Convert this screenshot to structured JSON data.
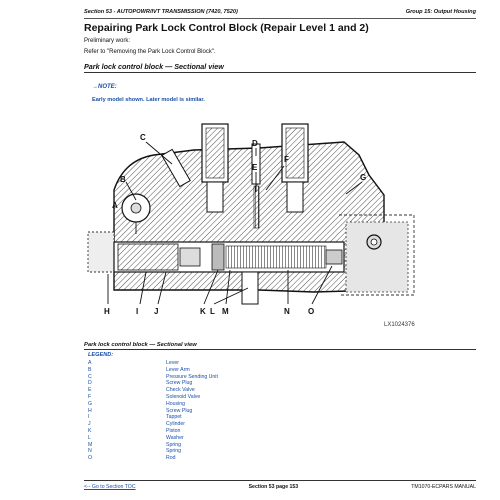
{
  "header": {
    "left": "Section 53 - AUTOPOWR/IVT TRANSMISSION (7420, 7520)",
    "right": "Group 15: Output Housing"
  },
  "title": "Repairing Park Lock Control Block (Repair Level 1 and 2)",
  "preliminary": "Preliminary work:",
  "refer": "Refer to \"Removing the Park Lock Control Block\".",
  "section_heading": "Park lock control block — Sectional view",
  "note": {
    "label": "→NOTE:",
    "text": "Early model shown. Later model is similar."
  },
  "figure": {
    "callouts": [
      "A",
      "B",
      "C",
      "D",
      "E",
      "F",
      "G",
      "H",
      "I",
      "J",
      "K",
      "L",
      "M",
      "N",
      "O"
    ],
    "figure_id": "LX1024376"
  },
  "caption": "Park lock control block — Sectional view",
  "legend": {
    "title": "LEGEND:",
    "items": [
      {
        "key": "A",
        "value": "Lever"
      },
      {
        "key": "B",
        "value": "Lever Arm"
      },
      {
        "key": "C",
        "value": "Pressure Sending Unit"
      },
      {
        "key": "D",
        "value": "Screw Plug"
      },
      {
        "key": "E",
        "value": "Check Valve"
      },
      {
        "key": "F",
        "value": "Solenoid Valve"
      },
      {
        "key": "G",
        "value": "Housing"
      },
      {
        "key": "H",
        "value": "Screw Plug"
      },
      {
        "key": "I",
        "value": "Tappet"
      },
      {
        "key": "J",
        "value": "Cylinder"
      },
      {
        "key": "K",
        "value": "Piston"
      },
      {
        "key": "L",
        "value": "Washer"
      },
      {
        "key": "M",
        "value": "Spring"
      },
      {
        "key": "N",
        "value": "Spring"
      },
      {
        "key": "O",
        "value": "Rod"
      }
    ]
  },
  "footer": {
    "link": "<-- Go to Section TOC",
    "page": "Section 53 page 153",
    "manual": "TM1070-ECPARS MANUAL"
  }
}
